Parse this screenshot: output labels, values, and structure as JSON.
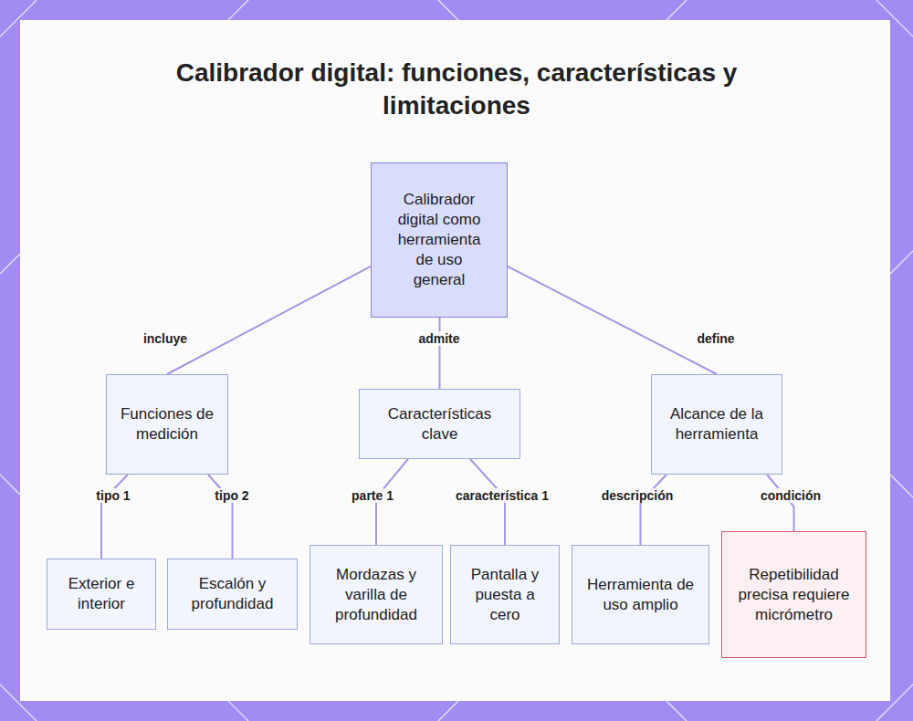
{
  "diagram": {
    "title": "Calibrador digital: funciones, características y limitaciones",
    "nodes": [
      {
        "text": [
          "Calibrador digital como herramienta de uso general"
        ]
      },
      {
        "text": [
          "Funciones de medición"
        ]
      },
      {
        "text": [
          "Características clave"
        ]
      },
      {
        "text": [
          "Alcance de la herramienta"
        ]
      },
      {
        "text": [
          "Exterior e interior"
        ]
      },
      {
        "text": [
          "Escalón y profundidad"
        ]
      },
      {
        "text": [
          "Mordazas y varilla de profundidad"
        ]
      },
      {
        "text": [
          "Pantalla y puesta a cero"
        ]
      },
      {
        "text": [
          "Herramienta de uso amplio"
        ]
      },
      {
        "text": [
          "Repetibilidad precisa requiere micrómetro"
        ]
      }
    ],
    "edges": [
      {
        "from": 0,
        "to": 1,
        "label": "incluye",
        "arrow": "none"
      },
      {
        "from": 0,
        "to": 2,
        "label": "admite",
        "arrow": "none"
      },
      {
        "from": 0,
        "to": 3,
        "label": "define",
        "arrow": "none"
      },
      {
        "from": 1,
        "to": 4,
        "label": "tipo 1",
        "arrow": "none"
      },
      {
        "from": 1,
        "to": 5,
        "label": "tipo 2",
        "arrow": "none"
      },
      {
        "from": 2,
        "to": 6,
        "label": "parte 1",
        "arrow": "none"
      },
      {
        "from": 2,
        "to": 7,
        "label": "característica 1",
        "arrow": "none"
      },
      {
        "from": 3,
        "to": 8,
        "label": "descripción",
        "arrow": "none"
      },
      {
        "from": 3,
        "to": 9,
        "label": "condición",
        "arrow": "none"
      }
    ]
  }
}
